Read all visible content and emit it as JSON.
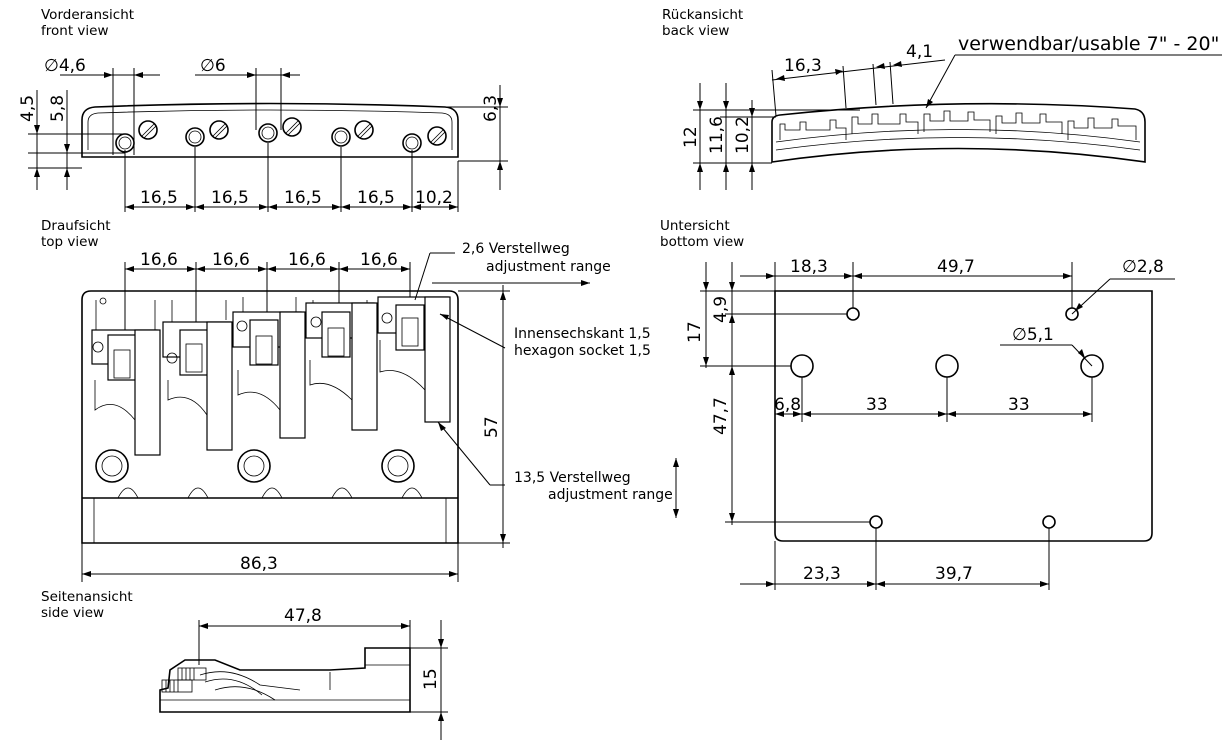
{
  "views": {
    "front": {
      "title_de": "Vorderansicht",
      "title_en": "front view",
      "dims": {
        "dia_small": "4,6",
        "dia_large": "6",
        "h1": "4,5",
        "h2": "5,8",
        "h3": "6,3",
        "spacing": [
          "16,5",
          "16,5",
          "16,5",
          "16,5"
        ],
        "end": "10,2"
      }
    },
    "back": {
      "title_de": "Rückansicht",
      "title_en": "back view",
      "dims": {
        "w1": "16,3",
        "w2": "4,1",
        "radius_note": "verwendbar/usable 7\" - 20\"",
        "h1": "12",
        "h2": "11,6",
        "h3": "10,2"
      }
    },
    "top": {
      "title_de": "Draufsicht",
      "title_en": "top view",
      "dims": {
        "spacing": [
          "16,6",
          "16,6",
          "16,6",
          "16,6"
        ],
        "width": "86,3",
        "length": "57"
      },
      "notes": {
        "adj_small_de": "2,6 Verstellweg",
        "adj_small_en": "adjustment range",
        "hex_de": "Innensechskant  1,5",
        "hex_en": "hexagon socket 1,5",
        "adj_large_de": "13,5 Verstellweg",
        "adj_large_en": "adjustment range"
      }
    },
    "bottom": {
      "title_de": "Untersicht",
      "title_en": "bottom view",
      "dims": {
        "d1": "18,3",
        "d2": "49,7",
        "dia_small": "2,8",
        "dia_large": "5,1",
        "h1": "17",
        "h2": "4,9",
        "h3": "47,7",
        "offset": "6,8",
        "sp1": "33",
        "sp2": "33",
        "b1": "23,3",
        "b2": "39,7"
      }
    },
    "side": {
      "title_de": "Seitenansicht",
      "title_en": "side view",
      "dims": {
        "length": "47,8",
        "height": "15"
      }
    }
  }
}
